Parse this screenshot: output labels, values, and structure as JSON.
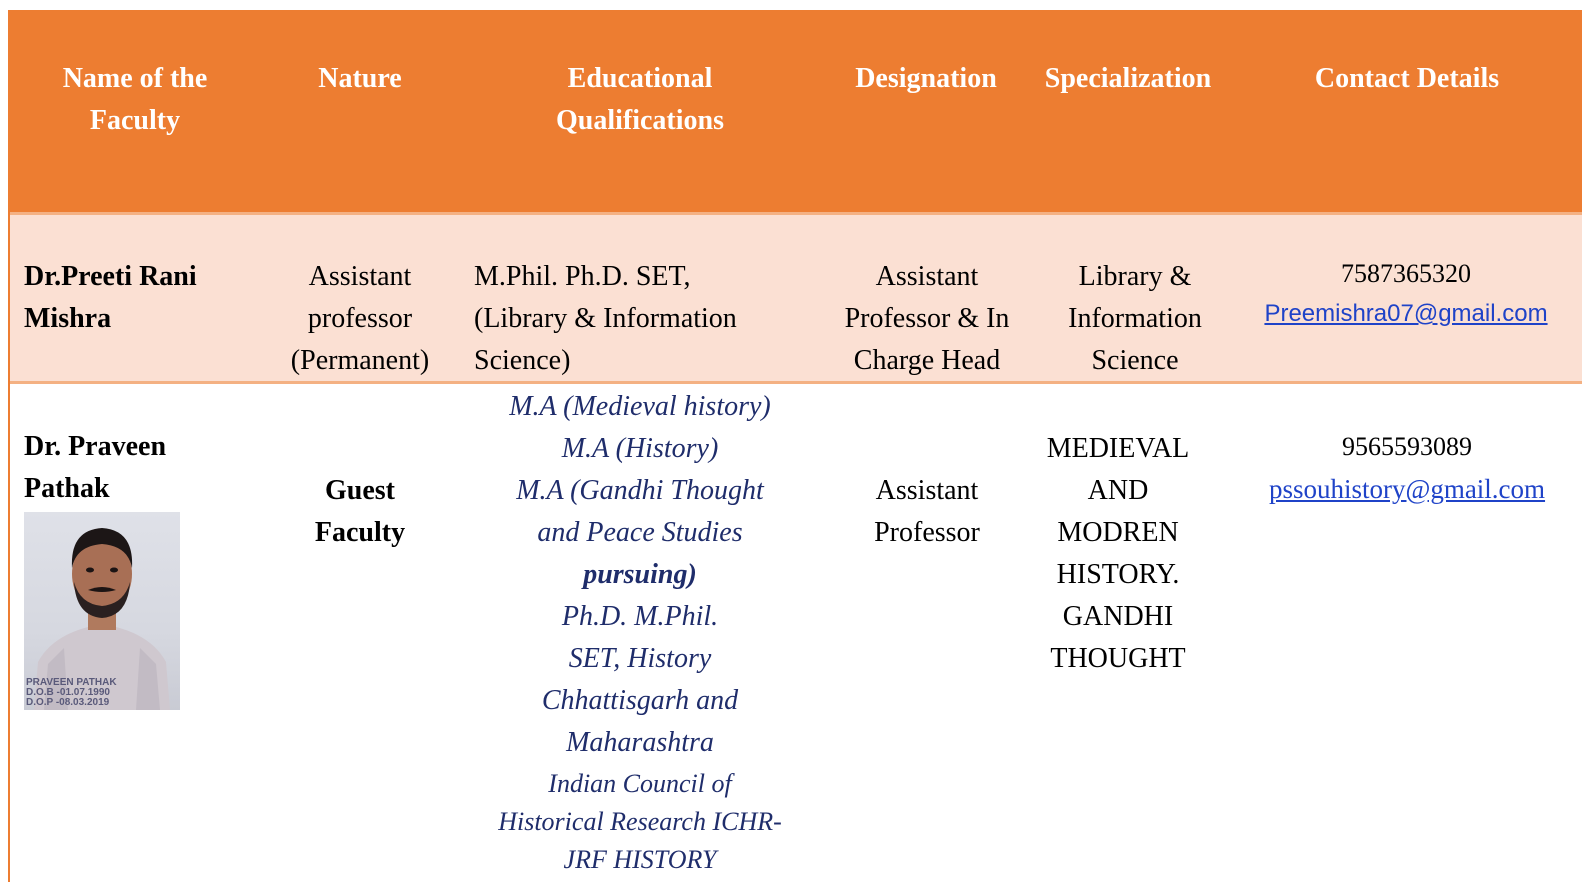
{
  "table": {
    "headers": {
      "name": [
        "Name of the",
        "Faculty"
      ],
      "nature": "Nature",
      "qualifications": [
        "Educational",
        "Qualifications"
      ],
      "designation": "Designation",
      "specialization": "Specialization",
      "contact": "Contact Details"
    },
    "rows": [
      {
        "name": [
          "Dr.Preeti Rani",
          "Mishra"
        ],
        "nature": [
          "Assistant",
          "professor",
          "(Permanent)"
        ],
        "qualifications": [
          "M.Phil. Ph.D. SET,",
          "(Library & Information",
          "Science)"
        ],
        "designation": [
          "Assistant",
          "Professor & In",
          "Charge Head"
        ],
        "specialization": [
          "Library &",
          "Information",
          "Science"
        ],
        "phone": "7587365320",
        "email": "Preemishra07@gmail.com"
      },
      {
        "name": [
          "Dr. Praveen",
          "Pathak"
        ],
        "photo_caption": [
          "PRAVEEN PATHAK",
          "D.O.B -01.07.1990",
          "D.O.P -08.03.2019"
        ],
        "nature": [
          "Guest",
          "Faculty"
        ],
        "qualifications": [
          "M.A (Medieval history)",
          "M.A (History)",
          "M.A (Gandhi Thought",
          "and Peace Studies",
          "pursuing)",
          "Ph.D. M.Phil.",
          "SET, History",
          "Chhattisgarh and",
          "Maharashtra",
          "Indian Council of",
          "Historical Research ICHR-",
          "JRF HISTORY"
        ],
        "designation": [
          "Assistant",
          "Professor"
        ],
        "specialization": [
          "MEDIEVAL",
          "AND",
          "MODREN",
          "HISTORY.",
          "GANDHI",
          "THOUGHT"
        ],
        "phone": "9565593089",
        "email": "pssouhistory@gmail.com"
      }
    ]
  },
  "colors": {
    "header_bg": "#ed7d31",
    "row_alt_bg": "#fbe0d3",
    "qualification_text": "#1f2d6b",
    "link": "#1f43c8"
  }
}
